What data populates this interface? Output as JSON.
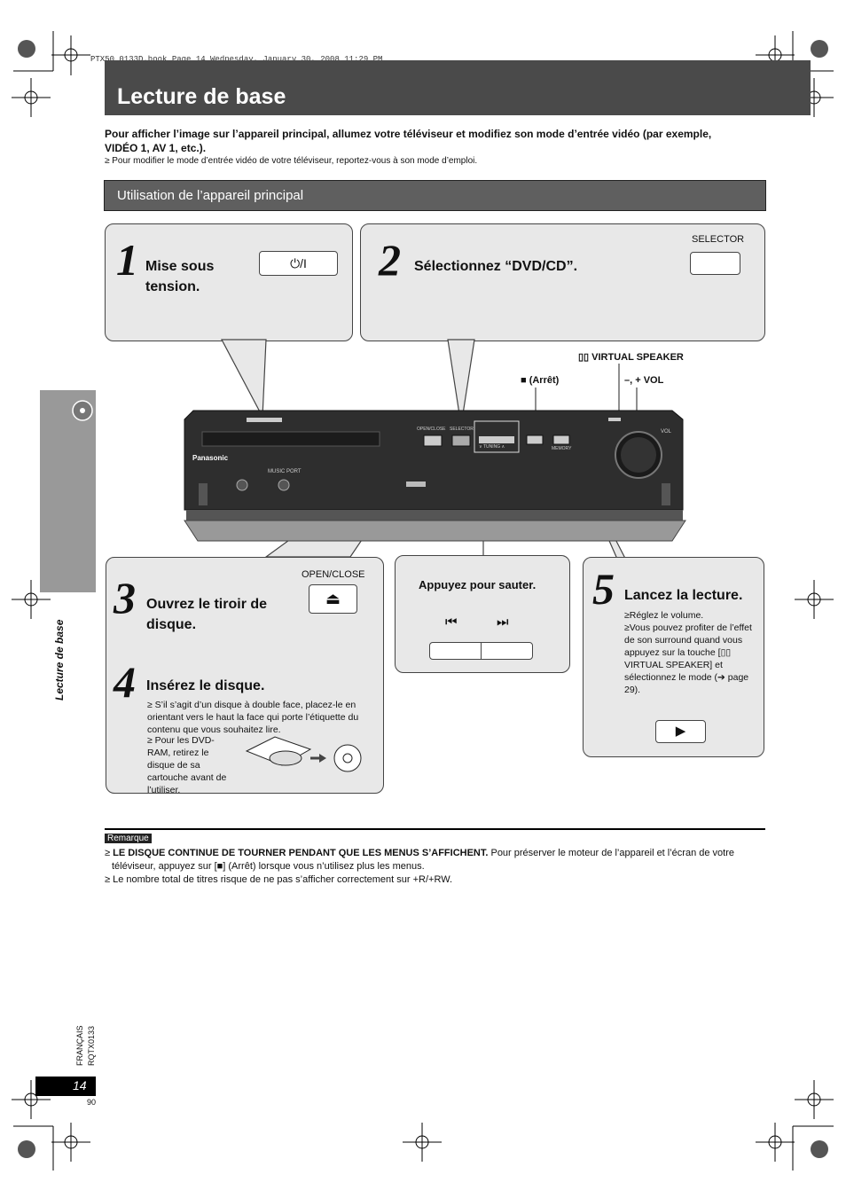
{
  "file_header": "PTX50_0133D.book  Page 14  Wednesday, January 30, 2008  11:29 PM",
  "page_title": "Lecture de base",
  "intro_bold": "Pour afficher l’image sur l’appareil principal, allumez votre téléviseur et modifiez son mode d’entrée vidéo (par exemple, VIDÉO 1, AV 1, etc.).",
  "intro_note": "≥ Pour modifier le mode d’entrée vidéo de votre téléviseur, reportez-vous à son mode d’emploi.",
  "section_title": "Utilisation de l’appareil principal",
  "steps": {
    "s1": {
      "num": "1",
      "text": "Mise sous tension.",
      "button": "⏻/I"
    },
    "s2": {
      "num": "2",
      "text": "Sélectionnez “DVD/CD”.",
      "button_label": "SELECTOR"
    },
    "s3": {
      "num": "3",
      "text": "Ouvrez le tiroir de disque.",
      "button_label": "OPEN/CLOSE",
      "button": "⏏"
    },
    "s4": {
      "num": "4",
      "text": "Insérez le disque.",
      "bullet1": "≥ S’il s’agit d’un disque à double face, placez-le en orientant vers le haut la face qui porte l’étiquette du contenu que vous souhaitez lire.",
      "bullet2": "≥ Pour les DVD-RAM, retirez le disque de sa cartouche avant de l’utiliser."
    },
    "skip": {
      "text": "Appuyez pour sauter.",
      "prev": "⏮",
      "next": "⏭"
    },
    "s5": {
      "num": "5",
      "text": "Lancez la lecture.",
      "bullet1": "≥Réglez le volume.",
      "bullet2": "≥Vous pouvez profiter de l’effet de son surround quand vous appuyez sur la touche [▯▯ VIRTUAL SPEAKER] et sélectionnez le mode (➔ page 29).",
      "button": "▶"
    }
  },
  "device_labels": {
    "virtual_speaker": "▯▯ VIRTUAL SPEAKER",
    "stop": "■ (Arrêt)",
    "vol": "–, + VOL",
    "brand": "Panasonic",
    "music_port": "MUSIC PORT",
    "open_close": "OPEN/CLOSE",
    "selector": "SELECTOR",
    "tuning": "∨ TUNING ∧",
    "vol_knob": "VOL",
    "memory": "MEMORY"
  },
  "sidebar_text": "Lecture de base",
  "remark_tag": "Remarque",
  "remarks": {
    "r1_bold": "LE DISQUE CONTINUE DE TOURNER PENDANT QUE LES MENUS S’AFFICHENT.",
    "r1_rest": " Pour préserver le moteur de l’appareil et l’écran de votre téléviseur, appuyez sur [■] (Arrêt) lorsque vous n’utilisez plus les menus.",
    "r2": "Le nombre total de titres risque de ne pas s’afficher correctement sur +R/+RW."
  },
  "footer": {
    "lang": "FRANÇAIS",
    "code": "RQTX0133",
    "page": "14",
    "subpage": "90"
  },
  "colors": {
    "title_bar": "#4a4a4a",
    "section_bar": "#5f5f5f",
    "bubble": "#e8e8e8",
    "sidebar": "#999999"
  }
}
